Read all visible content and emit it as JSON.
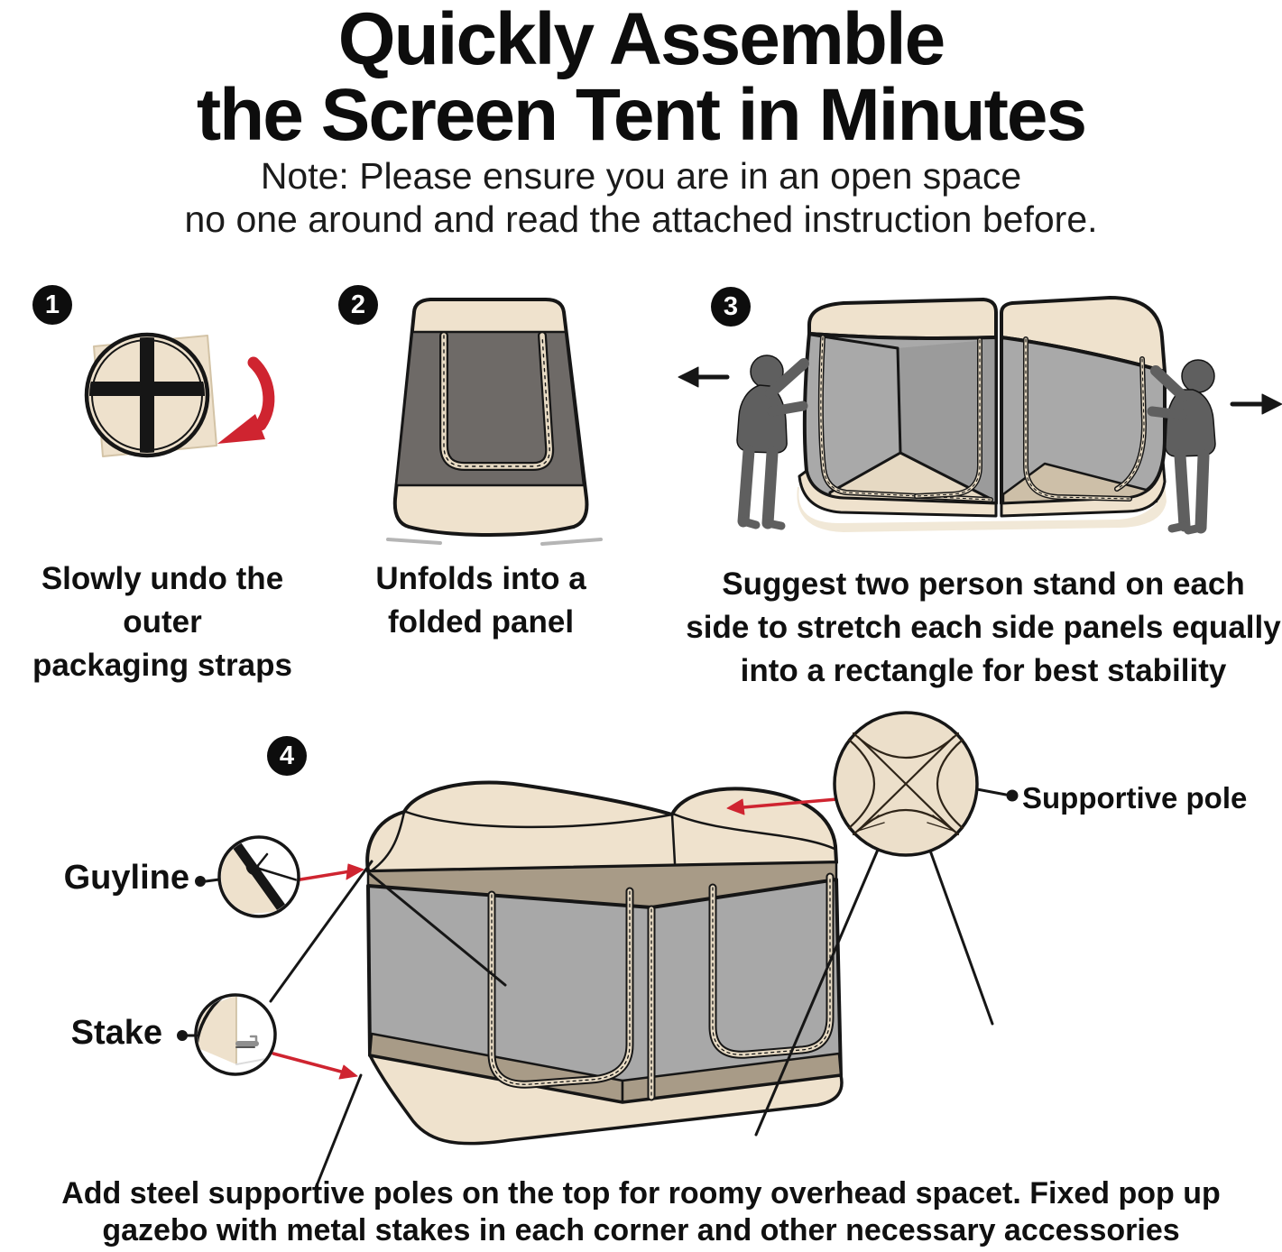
{
  "title": {
    "line1": "Quickly Assemble",
    "line2": "the Screen Tent in Minutes"
  },
  "note": {
    "line1": "Note: Please ensure you are in an open space",
    "line2": "no one around and read the attached instruction before."
  },
  "steps": [
    {
      "number": "1",
      "caption_lines": [
        "Slowly undo the outer",
        "packaging straps"
      ]
    },
    {
      "number": "2",
      "caption_lines": [
        "Unfolds into a",
        "folded panel"
      ]
    },
    {
      "number": "3",
      "caption_lines": [
        "Suggest two person stand on each",
        "side to stretch each side panels equally",
        "into a rectangle for best stability"
      ]
    },
    {
      "number": "4",
      "caption_lines": []
    }
  ],
  "callouts": {
    "guyline": "Guyline",
    "stake": "Stake",
    "supportive_pole": "Supportive pole"
  },
  "footer": {
    "line1": "Add steel supportive poles on the top for roomy overhead spacet. Fixed pop up",
    "line2": "gazebo with metal stakes in each corner and other necessary accessories"
  },
  "colors": {
    "canopy_tan": "#efe2cd",
    "ceiling_taupe": "#a89b87",
    "mesh_gray": "#a8a8a8",
    "panel_dark": "#6e6a67",
    "person_gray": "#5f5f5f",
    "accent_red": "#cf2430",
    "ink_black": "#161616"
  }
}
